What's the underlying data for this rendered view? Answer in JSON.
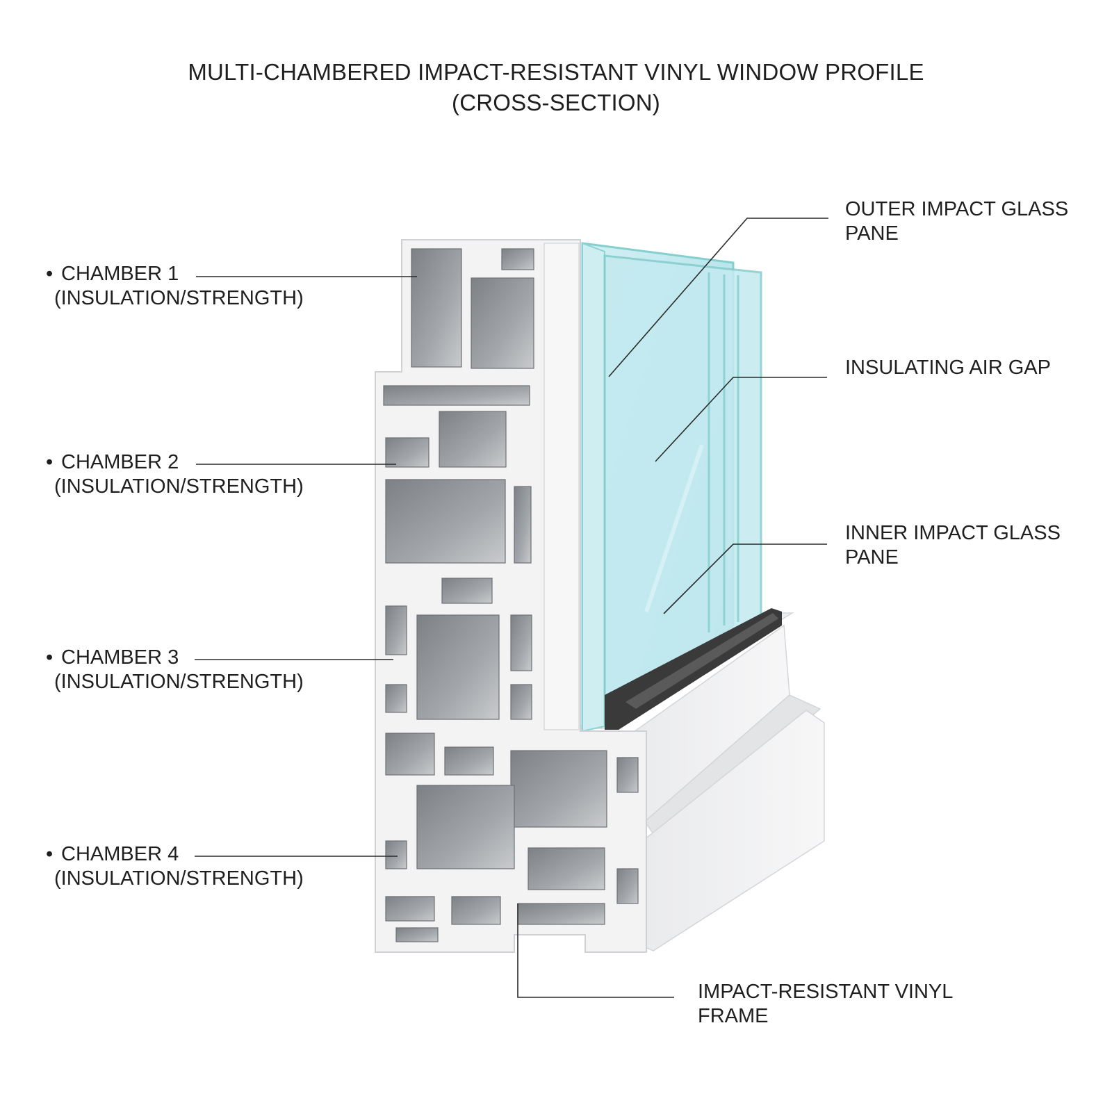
{
  "title": {
    "line1": "MULTI-CHAMBERED IMPACT-RESISTANT VINYL WINDOW PROFILE",
    "line2": "(CROSS-SECTION)"
  },
  "chambers": [
    {
      "name": "CHAMBER 1",
      "note": "(INSULATION/STRENGTH)"
    },
    {
      "name": "CHAMBER 2",
      "note": "(INSULATION/STRENGTH)"
    },
    {
      "name": "CHAMBER 3",
      "note": "(INSULATION/STRENGTH)"
    },
    {
      "name": "CHAMBER 4",
      "note": "(INSULATION/STRENGTH)"
    }
  ],
  "bullet": "•",
  "callouts": {
    "outer_glass": {
      "line1": "OUTER IMPACT GLASS",
      "line2": "PANE"
    },
    "air_gap": {
      "line1": "INSULATING AIR GAP"
    },
    "inner_glass": {
      "line1": "INNER IMPACT GLASS",
      "line2": "PANE"
    },
    "frame": {
      "line1": "IMPACT-RESISTANT VINYL",
      "line2": "FRAME"
    }
  },
  "colors": {
    "vinyl_face": "#f4f4f4",
    "vinyl_side": "#e6e7e9",
    "chamber_dark": "#8e9094",
    "chamber_mid": "#b3b5b8",
    "glass_face": "#bfe8ef",
    "glass_edge": "#7fc9c9",
    "spacer": "#3a3a3a"
  }
}
